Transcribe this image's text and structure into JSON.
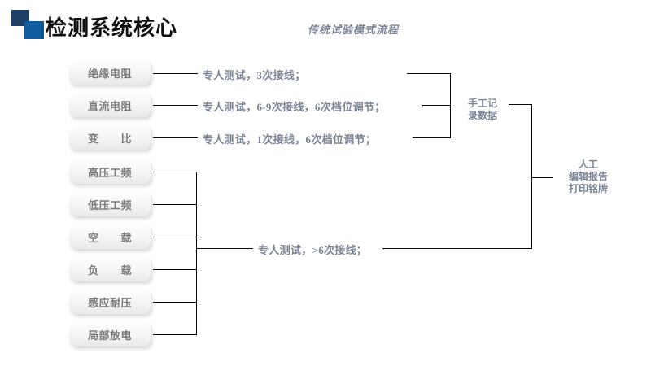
{
  "header": {
    "title": "检测系统核心",
    "subtitle": "传统试验模式流程",
    "square_dark_color": "#1d3f66",
    "square_light_color": "#115a9e",
    "title_color": "#101010",
    "subtitle_color": "#7b8596"
  },
  "diagram": {
    "box_text_color": "#7a7a7a",
    "line_color": "#0a0a0a",
    "annotation_color": "#7b8596",
    "nodes": [
      {
        "label": "绝缘电阻",
        "group": "top"
      },
      {
        "label": "直流电阻",
        "group": "top"
      },
      {
        "label": "变　　比",
        "group": "top"
      },
      {
        "label": "高压工频",
        "group": "bottom"
      },
      {
        "label": "低压工频",
        "group": "bottom"
      },
      {
        "label": "空　　载",
        "group": "bottom"
      },
      {
        "label": "负　　载",
        "group": "bottom"
      },
      {
        "label": "感应耐压",
        "group": "bottom"
      },
      {
        "label": "局部放电",
        "group": "bottom"
      }
    ],
    "annotations": [
      "专人测试，3次接线；",
      "专人测试，6-9次接线，6次档位调节；",
      "专人测试，1次接线，6次档位调节；"
    ],
    "group_bottom_annotation": "专人测试，>6次接线；",
    "record_node": {
      "line1": "手工记",
      "line2": "录数据"
    },
    "output_node": {
      "line1": "人工",
      "line2": "编辑报告",
      "line3": "打印铭牌"
    }
  }
}
